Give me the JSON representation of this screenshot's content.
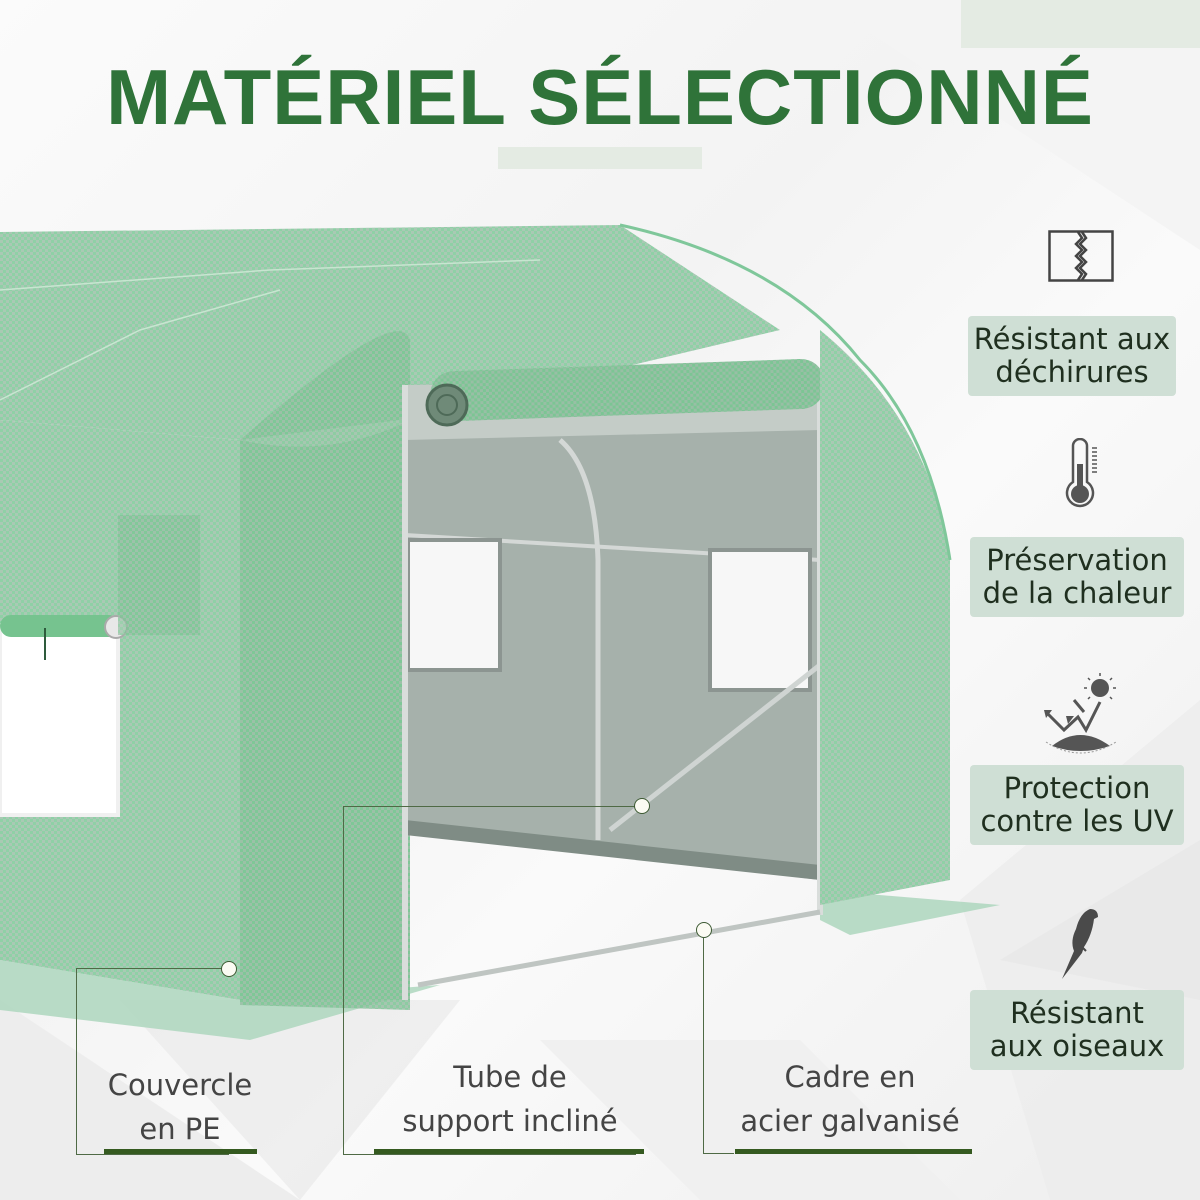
{
  "title": "MATÉRIEL SÉLECTIONNÉ",
  "colors": {
    "title_green": "#2f7339",
    "label_bg": "#cfdfd5",
    "underline_green": "#355a20",
    "cover_green": "#7fc79a",
    "icon_gray": "#555555"
  },
  "features": [
    {
      "icon": "tear-resistant-icon",
      "line1": "Résistant aux",
      "line2": "déchirures"
    },
    {
      "icon": "thermometer-icon",
      "line1": "Préservation",
      "line2": "de la chaleur"
    },
    {
      "icon": "uv-protection-icon",
      "line1": "Protection",
      "line2": "contre les UV"
    },
    {
      "icon": "bird-icon",
      "line1": "Résistant",
      "line2": "aux oiseaux"
    }
  ],
  "callouts": [
    {
      "line1": "Couvercle",
      "line2": "en PE"
    },
    {
      "line1": "Tube de",
      "line2": "support incliné"
    },
    {
      "line1": "Cadre en",
      "line2": "acier galvanisé"
    }
  ]
}
